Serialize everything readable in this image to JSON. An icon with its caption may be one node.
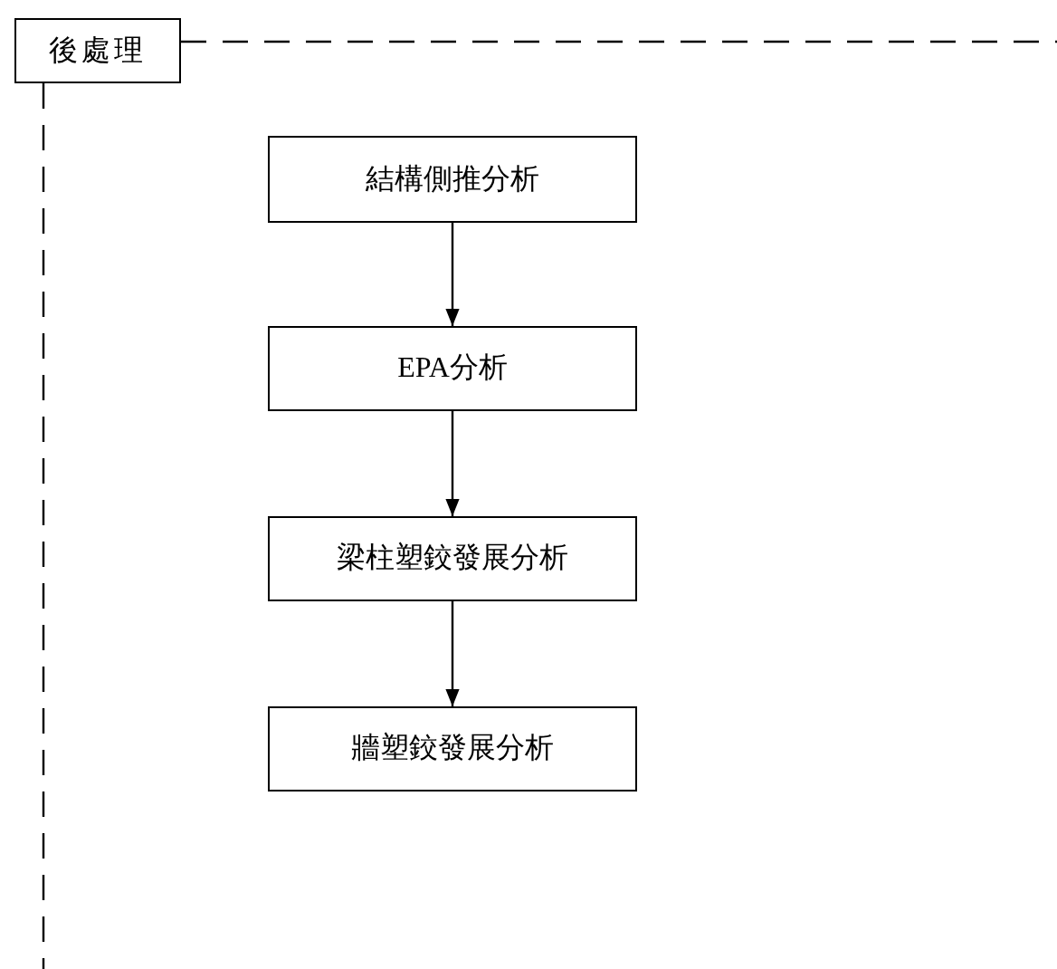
{
  "diagram": {
    "nodes": [
      {
        "text": [
          "後處理"
        ]
      },
      {
        "text": [
          "結構側推分析"
        ]
      },
      {
        "text": [
          "EPA分析"
        ]
      },
      {
        "text": [
          "梁柱塑鉸發展分析"
        ]
      },
      {
        "text": [
          "牆塑鉸發展分析"
        ]
      }
    ],
    "edges": [
      {
        "from": 1,
        "to": 2,
        "arrow": "to"
      },
      {
        "from": 2,
        "to": 3,
        "arrow": "to"
      },
      {
        "from": 3,
        "to": 4,
        "arrow": "to"
      }
    ]
  }
}
